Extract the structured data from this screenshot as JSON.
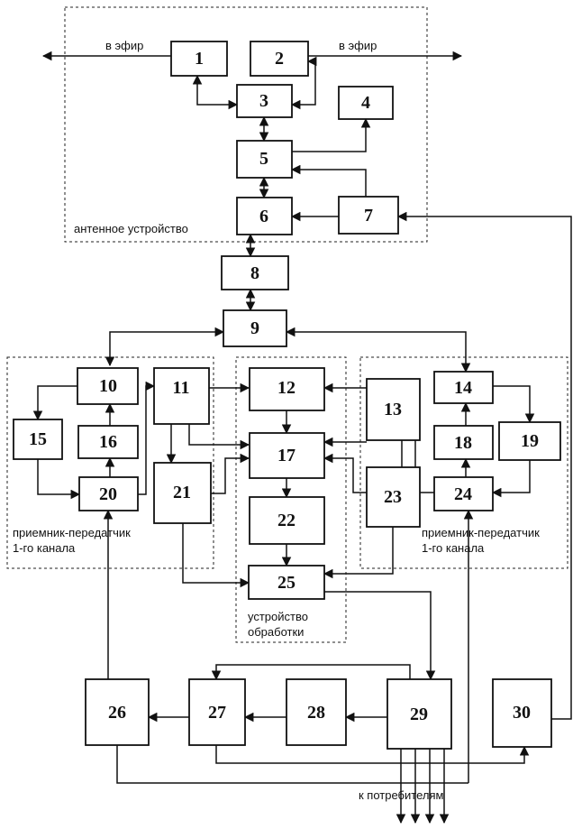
{
  "regions": {
    "antenna": "антенное устройство",
    "trx_left_line1": "приемник-передатчик",
    "trx_left_line2": "1-го канала",
    "processing_line1": "устройство",
    "processing_line2": "обработки",
    "trx_right_line1": "приемник-передатчик",
    "trx_right_line2": "1-го канала"
  },
  "labels": {
    "air_left": "в эфир",
    "air_right": "в эфир",
    "consumers": "к потребителям"
  },
  "blocks": {
    "b1": "1",
    "b2": "2",
    "b3": "3",
    "b4": "4",
    "b5": "5",
    "b6": "6",
    "b7": "7",
    "b8": "8",
    "b9": "9",
    "b10": "10",
    "b11": "11",
    "b12": "12",
    "b13": "13",
    "b14": "14",
    "b15": "15",
    "b16": "16",
    "b17": "17",
    "b18": "18",
    "b19": "19",
    "b20": "20",
    "b21": "21",
    "b22": "22",
    "b23": "23",
    "b24": "24",
    "b25": "25",
    "b26": "26",
    "b27": "27",
    "b28": "28",
    "b29": "29",
    "b30": "30"
  }
}
